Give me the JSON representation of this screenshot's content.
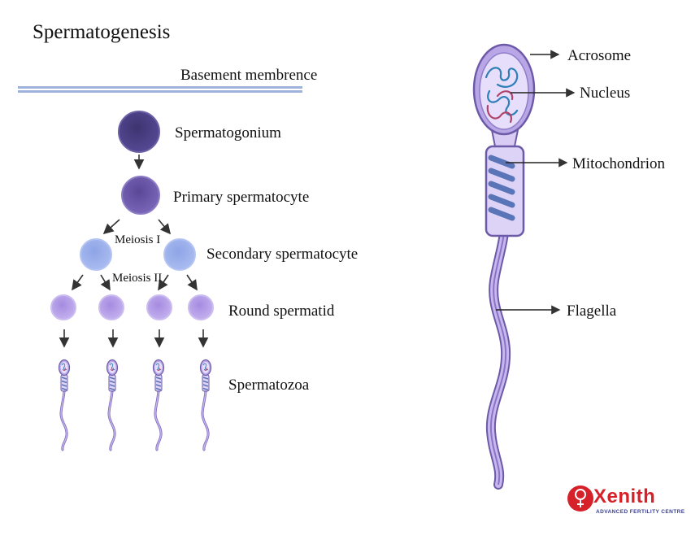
{
  "title": "Spermatogenesis",
  "basement_membrane_label": "Basement membrence",
  "stages": {
    "spermatogonium": "Spermatogonium",
    "primary": "Primary spermatocyte",
    "meiosis1": "Meiosis I",
    "secondary": "Secondary spermatocyte",
    "meiosis2": "Meiosis II",
    "round_spermatid": "Round spermatid",
    "spermatozoa": "Spermatozoa"
  },
  "sperm_parts": {
    "acrosome": "Acrosome",
    "nucleus": "Nucleus",
    "mitochondrion": "Mitochondrion",
    "flagella": "Flagella"
  },
  "logo": {
    "name": "Xenith",
    "tagline": "ADVANCED FERTILITY CENTRE"
  },
  "colors": {
    "spermatogonium": "#4a3f7e",
    "primary": "#5d4a9a",
    "secondary": "#8fa6e8",
    "spermatid": "#a98ee0",
    "sperm_body": "#b9a6e6",
    "sperm_outline": "#6c5aa8",
    "membrane": "#9fb2dc",
    "logo": "#d6202a"
  }
}
